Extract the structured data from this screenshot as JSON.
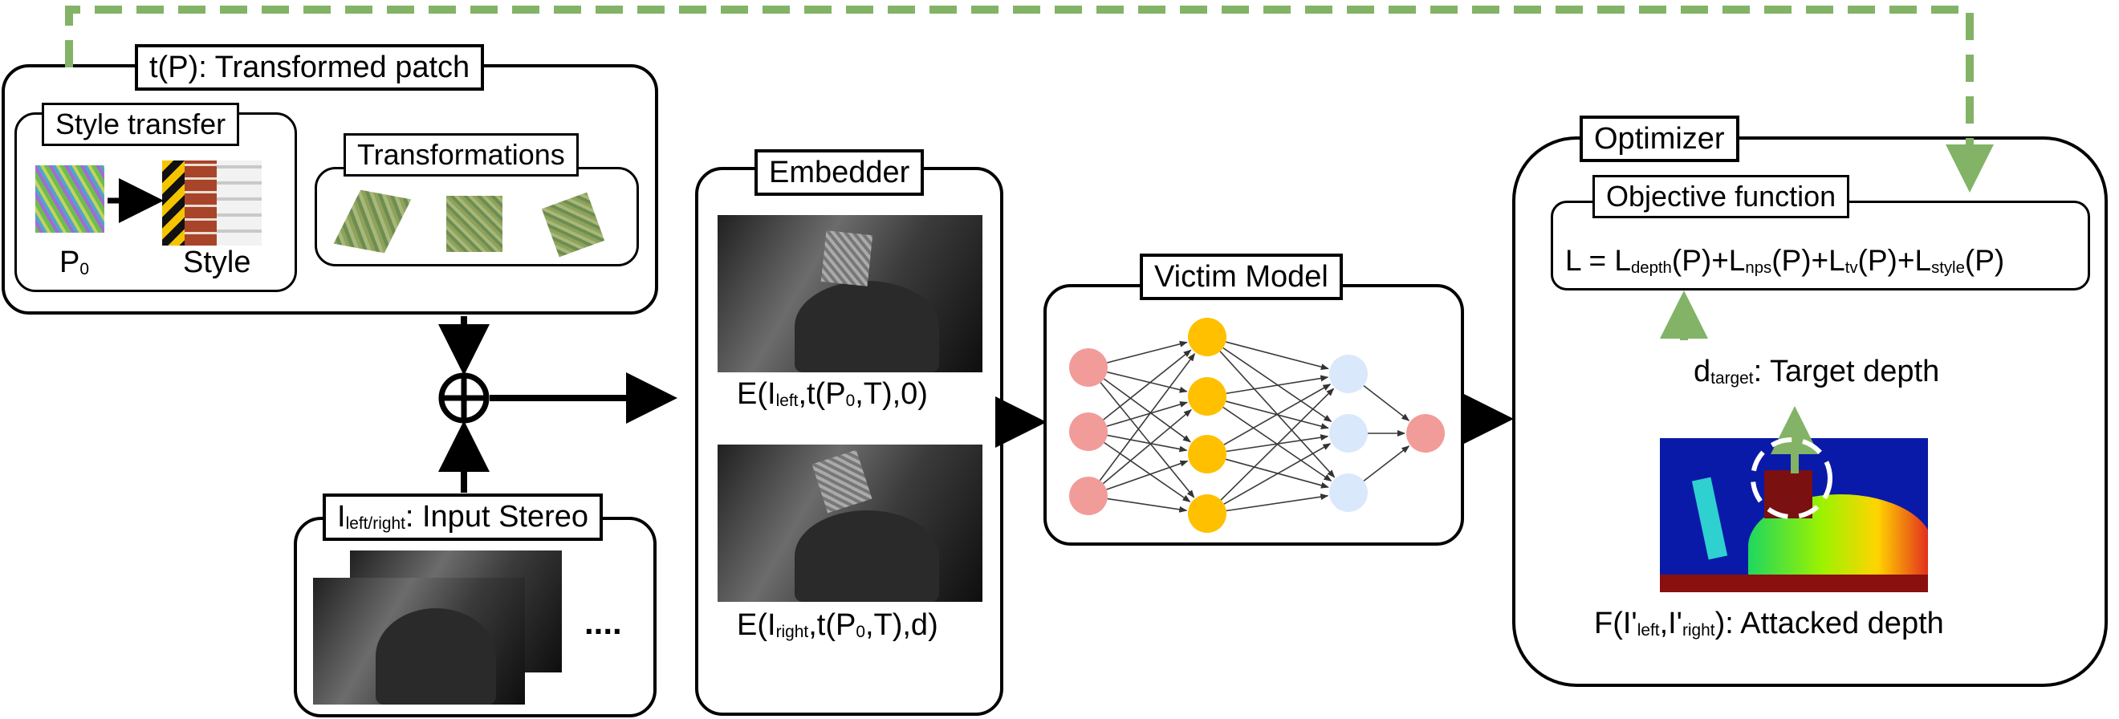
{
  "transformed_patch": {
    "title": "t(P): Transformed patch",
    "style_transfer_title": "Style transfer",
    "p0_label": "P",
    "p0_sub": "0",
    "style_label": "Style",
    "transformations_title": "Transformations"
  },
  "input_stereo": {
    "title_main": "I",
    "title_sub": "left/right",
    "title_rest": ": Input Stereo",
    "ellipsis": "...."
  },
  "embedder": {
    "title": "Embedder",
    "eq1_a": "E(I",
    "eq1_sub": "left",
    "eq1_b": ",t(P",
    "eq1_sub2": "0",
    "eq1_c": ",T),0)",
    "eq2_a": "E(I",
    "eq2_sub": "right",
    "eq2_b": ",t(P",
    "eq2_sub2": "0",
    "eq2_c": ",T),d)"
  },
  "victim": {
    "title": "Victim Model"
  },
  "optimizer": {
    "title": "Optimizer",
    "objective_title": "Objective function",
    "loss": {
      "l": "L = L",
      "s1": "depth",
      "t1": "(P)+L",
      "s2": "nps",
      "t2": "(P)+L",
      "s3": "tv",
      "t3": "(P)+L",
      "s4": "style",
      "t4": "(P)"
    },
    "target_a": "d",
    "target_sub": "target",
    "target_rest": ": Target depth",
    "attacked_a": "F(I'",
    "attacked_sub1": "left",
    "attacked_b": ",I'",
    "attacked_sub2": "right",
    "attacked_rest": "): Attacked depth"
  },
  "colors": {
    "green_arrow": "#82b366",
    "node_red": "#f19c99",
    "node_yellow": "#ffc000",
    "node_blue": "#dae8fc",
    "line": "#000000"
  }
}
